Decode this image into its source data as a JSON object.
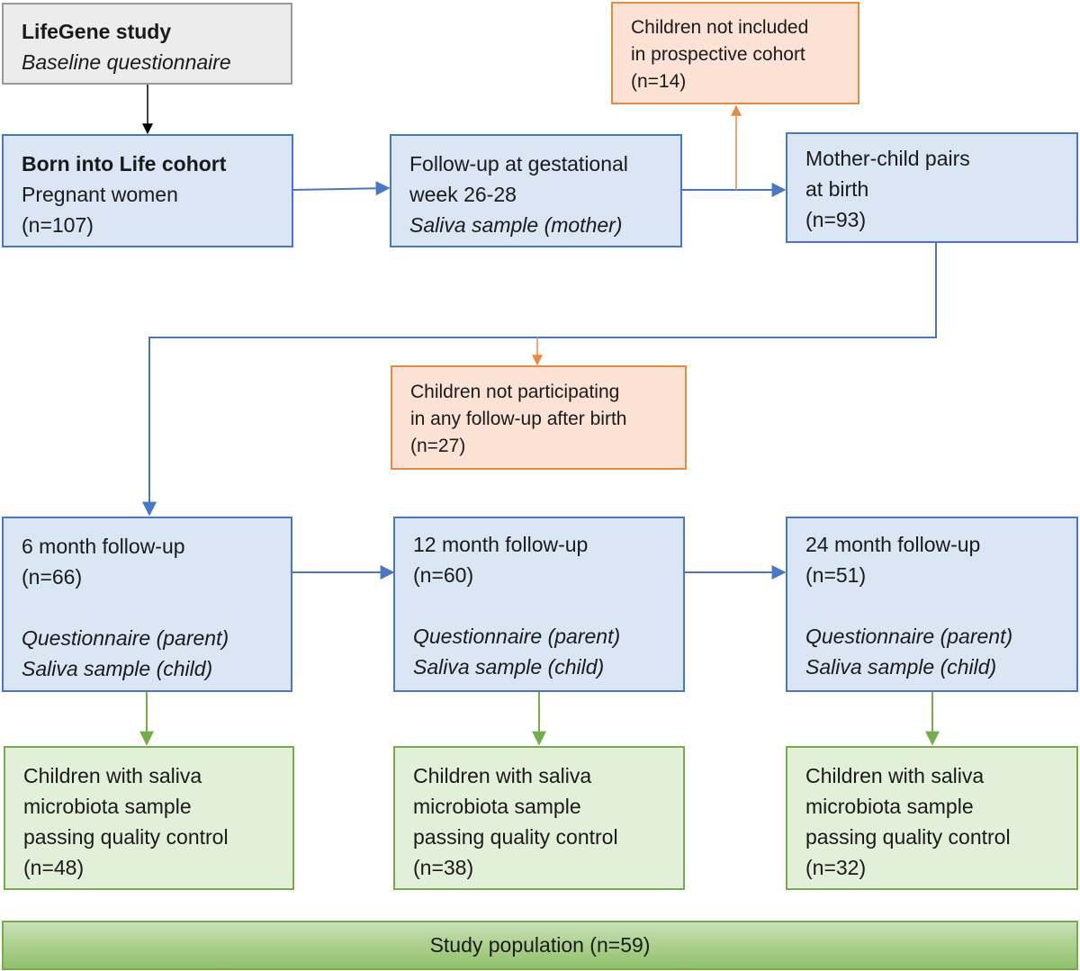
{
  "lifegene": {
    "title": "LifeGene study",
    "subtitle": "Baseline questionnaire"
  },
  "born": {
    "title": "Born into Life cohort",
    "line1": "Pregnant women",
    "count": "(n=107)"
  },
  "gestational": {
    "line1": "Follow-up at gestational",
    "line2": "week 26-28",
    "sample": "Saliva sample (mother)"
  },
  "not_included": {
    "line1": "Children not included",
    "line2": "in prospective cohort",
    "count": "(n=14)"
  },
  "birth": {
    "line1": "Mother-child pairs",
    "line2": "at birth",
    "count": "(n=93)"
  },
  "not_participating": {
    "line1": "Children not participating",
    "line2": "in any follow-up after birth",
    "count": "(n=27)"
  },
  "followups": [
    {
      "title": "6 month follow-up",
      "count": "(n=66)",
      "q": "Questionnaire (parent)",
      "s": "Saliva sample (child)"
    },
    {
      "title": "12 month follow-up",
      "count": "(n=60)",
      "q": "Questionnaire (parent)",
      "s": "Saliva sample (child)"
    },
    {
      "title": "24 month follow-up",
      "count": "(n=51)",
      "q": "Questionnaire (parent)",
      "s": "Saliva sample (child)"
    }
  ],
  "qc": [
    {
      "line1": "Children with saliva",
      "line2": "microbiota sample",
      "line3": "passing quality control",
      "count": "(n=48)"
    },
    {
      "line1": "Children with saliva",
      "line2": "microbiota sample",
      "line3": "passing quality control",
      "count": "(n=38)"
    },
    {
      "line1": "Children with saliva",
      "line2": "microbiota sample",
      "line3": "passing quality control",
      "count": "(n=32)"
    }
  ],
  "study_population": "Study population (n=59)",
  "colors": {
    "blue_border": "#4a76c6",
    "blue_fill": "#dae6f3",
    "orange_border": "#ea8a3f",
    "orange_fill": "#fbe2d5",
    "green_border": "#76ad4c",
    "green_fill": "#e3f0d9",
    "grey_border": "#9a9a9a",
    "grey_fill": "#ececec"
  }
}
